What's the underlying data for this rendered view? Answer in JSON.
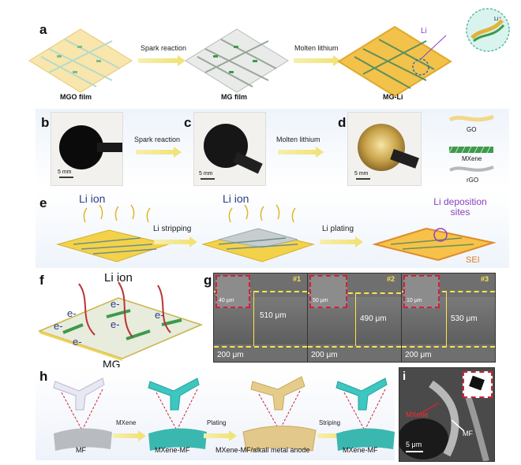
{
  "panels": {
    "a": {
      "letter": "a",
      "labels": [
        "MGO film",
        "MG film",
        "MG-Li"
      ],
      "arrows": [
        "Spark reaction",
        "Molten lithium"
      ],
      "callout_li": "Li",
      "zoom_li": "Li⁺"
    },
    "b": {
      "letter": "b",
      "scale": "5 mm",
      "arrow": "Spark reaction"
    },
    "c": {
      "letter": "c",
      "scale": "5 mm",
      "arrow": "Molten lithium"
    },
    "d": {
      "letter": "d",
      "scale": "5 mm"
    },
    "legend": {
      "items": [
        "GO",
        "MXene",
        "rGO"
      ]
    },
    "e": {
      "letter": "e",
      "li_ion_1": "Li ion",
      "li_ion_2": "Li ion",
      "arrows": [
        "Li stripping",
        "Li plating"
      ],
      "deposition": "Li deposition sites",
      "sei": "SEI"
    },
    "f": {
      "letter": "f",
      "li_ion": "Li ion",
      "electron": "e-",
      "label": "MG"
    },
    "g": {
      "letter": "g",
      "sems": [
        {
          "tag": "#1",
          "thickness": "510 μm",
          "inset_scale": "40 μm",
          "scale": "200 μm"
        },
        {
          "tag": "#2",
          "thickness": "490 μm",
          "inset_scale": "50 μm",
          "scale": "200 μm"
        },
        {
          "tag": "#3",
          "thickness": "530 μm",
          "inset_scale": "10 μm",
          "scale": "200 μm"
        }
      ]
    },
    "h": {
      "letter": "h",
      "labels": [
        "MF",
        "MXene-MF",
        "MXene-MF/alkali metal anode",
        "MXene-MF"
      ],
      "arrows": [
        "MXene",
        "Plating",
        "Striping"
      ]
    },
    "i": {
      "letter": "i",
      "mxene": "MXene",
      "mf": "MF",
      "scale": "5 μm"
    }
  },
  "colors": {
    "go": "#f3d78a",
    "mxene": "#3e9a4a",
    "rgo": "#b8b8b8",
    "li_gold": "#f2c04a",
    "li_ion_text": "#2a3c8c",
    "purple": "#8a3fbf",
    "teal": "#3cc7c0",
    "sem_dash": "#ffe54a",
    "inset_red": "#d0213a"
  }
}
